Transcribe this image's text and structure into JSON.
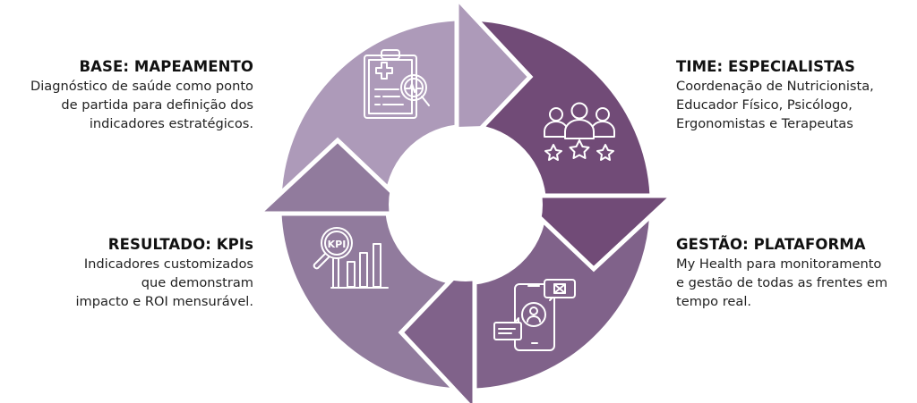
{
  "colors": {
    "base": "#ad9ab9",
    "time": "#714b77",
    "gestao": "#80628a",
    "resultado": "#917b9d"
  },
  "steps": {
    "base": {
      "title": "BASE: MAPEAMENTO",
      "lines": [
        "Diagnóstico de saúde como ponto",
        "de partida para definição dos",
        "indicadores estratégicos."
      ],
      "icon": "clipboard-health-search-icon"
    },
    "time": {
      "title": "TIME: ESPECIALISTAS",
      "lines": [
        "Coordenação de Nutricionista,",
        "Educador Físico, Psicólogo,",
        "Ergonomistas e Terapeutas"
      ],
      "icon": "team-rating-stars-icon"
    },
    "gestao": {
      "title": "GESTÃO: PLATAFORMA",
      "lines": [
        "My Health para monitoramento",
        "e gestão de todas as frentes em",
        "tempo real."
      ],
      "icon": "mobile-app-chat-icon"
    },
    "resultado": {
      "title": "RESULTADO: KPIs",
      "lines": [
        "Indicadores customizados",
        "que demonstram",
        "impacto e ROI mensurável."
      ],
      "icon": "kpi-chart-search-icon",
      "icon_text": "KPI"
    }
  }
}
